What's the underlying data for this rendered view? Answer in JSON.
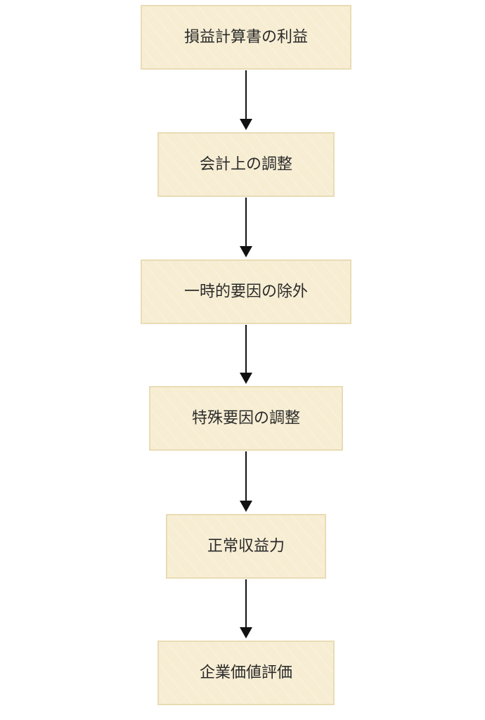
{
  "diagram": {
    "type": "flowchart",
    "direction": "top-to-bottom",
    "nodes": [
      {
        "id": "n1",
        "label": "損益計算書の利益"
      },
      {
        "id": "n2",
        "label": "会計上の調整"
      },
      {
        "id": "n3",
        "label": "一時的要因の除外"
      },
      {
        "id": "n4",
        "label": "特殊要因の調整"
      },
      {
        "id": "n5",
        "label": "正常収益力"
      },
      {
        "id": "n6",
        "label": "企業価値評価"
      }
    ],
    "edges": [
      {
        "from": "n1",
        "to": "n2"
      },
      {
        "from": "n2",
        "to": "n3"
      },
      {
        "from": "n3",
        "to": "n4"
      },
      {
        "from": "n4",
        "to": "n5"
      },
      {
        "from": "n5",
        "to": "n6"
      }
    ],
    "colors": {
      "node_fill": "#f7edd3",
      "node_border": "#e9dcb4",
      "arrow": "#111111",
      "text": "#2a2a2a"
    }
  }
}
